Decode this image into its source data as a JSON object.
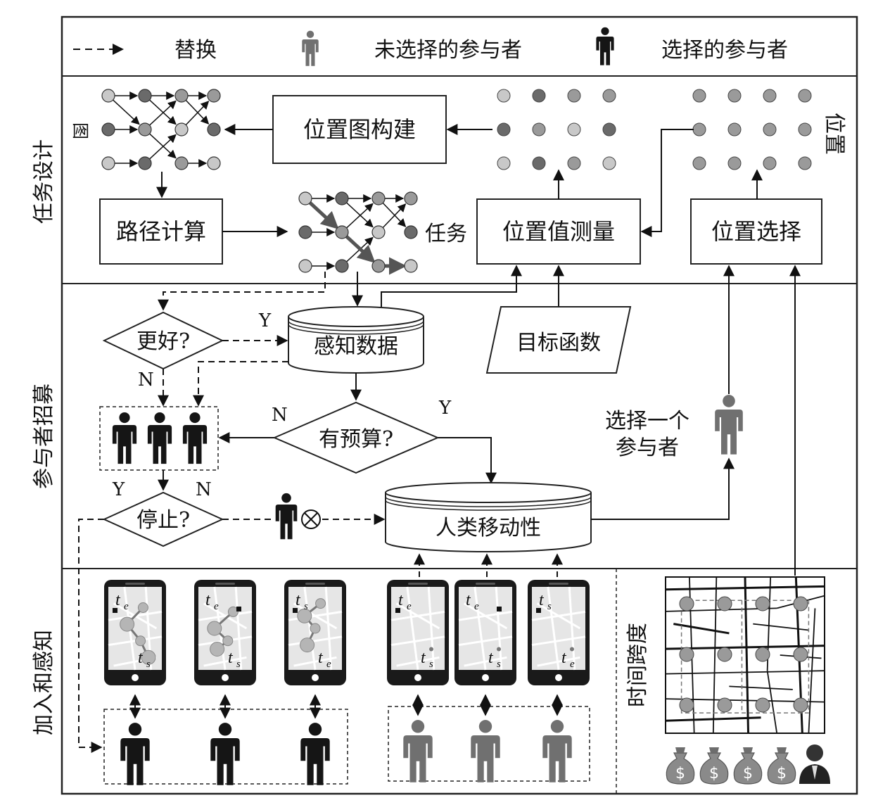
{
  "legend": {
    "replace": "替换",
    "unselected": "未选择的参与者",
    "selected": "选择的参与者"
  },
  "sections": {
    "task_design": "任务设计",
    "recruitment": "参与者招募",
    "join_sense": "加入和感知"
  },
  "task": {
    "graph_label": "图",
    "location_graph_build": "位置图构建",
    "path_compute": "路径计算",
    "task_label": "任务",
    "location_value_measure": "位置值测量",
    "location_select": "位置选择",
    "locations_label": "位置"
  },
  "recruit": {
    "better": "更好?",
    "sensing_data": "感知数据",
    "objective": "目标函数",
    "budget": "有预算?",
    "stop": "停止?",
    "mobility": "人类移动性",
    "select_one": "选择一个",
    "participant": "参与者",
    "y1": "Y",
    "n1": "N",
    "n2": "N",
    "y2": "Y",
    "y3": "Y",
    "n3": "N"
  },
  "join": {
    "time_span": "时间跨度",
    "phones": [
      {
        "top": "t",
        "top_sub": "e",
        "bottom": "t",
        "bottom_sub": "s"
      },
      {
        "top": "t",
        "top_sub": "e",
        "bottom": "t",
        "bottom_sub": "s"
      },
      {
        "top": "t",
        "top_sub": "s",
        "bottom": "t",
        "bottom_sub": "e"
      },
      {
        "top": "t",
        "top_sub": "e",
        "bottom": "t",
        "bottom_sub": "s"
      },
      {
        "top": "t",
        "top_sub": "e",
        "bottom": "t",
        "bottom_sub": "s"
      },
      {
        "top": "t",
        "top_sub": "s",
        "bottom": "t",
        "bottom_sub": "e"
      }
    ],
    "money_symbol": "$"
  },
  "colors": {
    "black_person": "#151515",
    "gray_person": "#707070",
    "node_light": "#c8c8c8",
    "node_mid": "#9a9a9a",
    "node_dark": "#6a6a6a"
  }
}
